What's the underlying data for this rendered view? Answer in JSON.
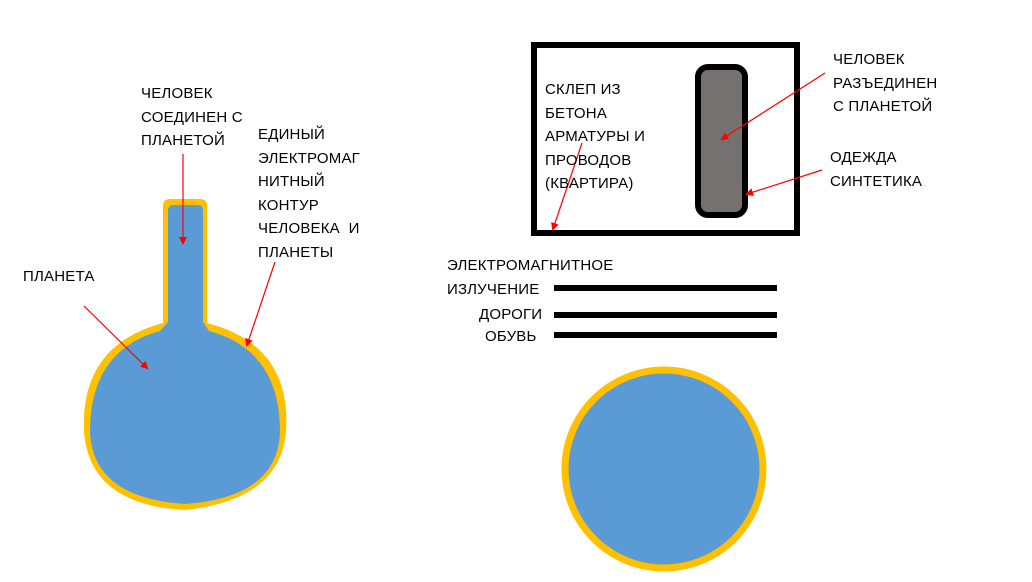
{
  "colors": {
    "planet_fill": "#5b9bd5",
    "contour": "#ffc000",
    "arrow": "#ff0000",
    "person_fill": "#767171",
    "outline": "#000000"
  },
  "left_diagram": {
    "person_connected_label": "ЧЕЛОВЕК\nСОЕДИНЕН С\nПЛАНЕТОЙ",
    "unified_contour_label": "ЕДИНЫЙ\nЭЛЕКТРОМАГ\nНИТНЫЙ\nКОНТУР\nЧЕЛОВЕКА  И\nПЛАНЕТЫ",
    "planet_label": "ПЛАНЕТА"
  },
  "right_diagram": {
    "crypt_label": "СКЛЕП ИЗ\nБЕТОНА\nАРМАТУРЫ И\nПРОВОДОВ\n(КВАРТИРА)",
    "person_disconnected_label": "ЧЕЛОВЕК\nРАЗЪЕДИНЕН\nС ПЛАНЕТОЙ",
    "clothing_label": "ОДЕЖДА\nСИНТЕТИКА",
    "layers": [
      {
        "label": "ЭЛЕКТРОМАГНИТНОЕ\nИЗЛУЧЕНИЕ"
      },
      {
        "label": "ДОРОГИ"
      },
      {
        "label": "ОБУВЬ"
      }
    ]
  }
}
